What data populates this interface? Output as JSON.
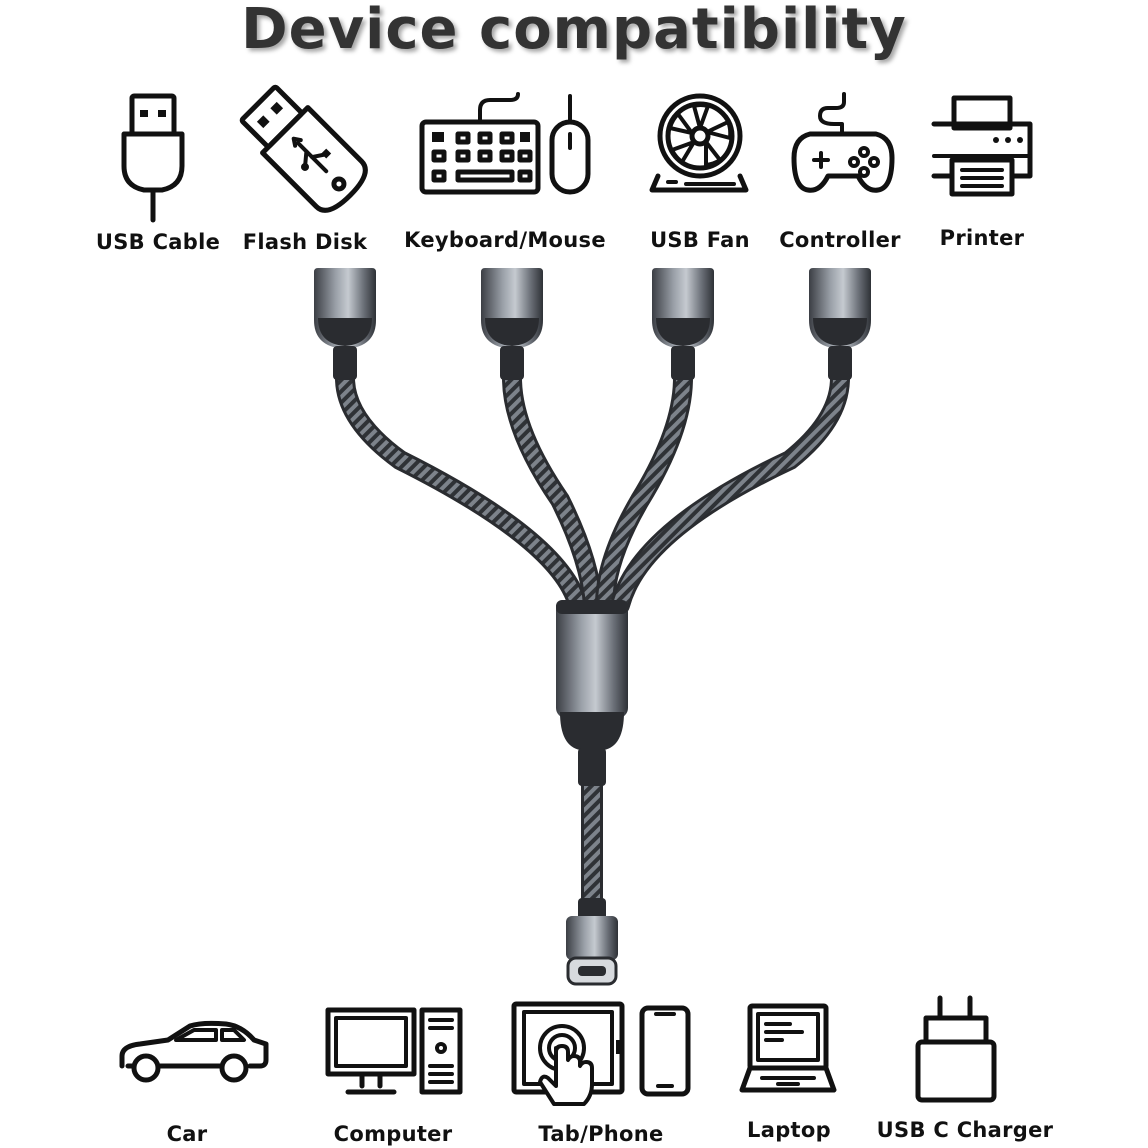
{
  "title": "Device compatibility",
  "top_devices": [
    {
      "label": "USB Cable",
      "icon": "usb-plug-icon"
    },
    {
      "label": "Flash Disk",
      "icon": "flash-drive-icon"
    },
    {
      "label": "Keyboard/Mouse",
      "icon": "keyboard-mouse-icon"
    },
    {
      "label": "USB Fan",
      "icon": "fan-icon"
    },
    {
      "label": "Controller",
      "icon": "gamepad-icon"
    },
    {
      "label": "Printer",
      "icon": "printer-icon"
    }
  ],
  "bottom_devices": [
    {
      "label": "Car",
      "icon": "car-icon"
    },
    {
      "label": "Computer",
      "icon": "desktop-computer-icon"
    },
    {
      "label": "Tab/Phone",
      "icon": "tablet-phone-icon"
    },
    {
      "label": "Laptop",
      "icon": "laptop-icon"
    },
    {
      "label": "USB C Charger",
      "icon": "charger-icon"
    }
  ],
  "cable": {
    "usb_a_ports": 4,
    "connector": "USB-C",
    "color": "#3a3d42"
  }
}
